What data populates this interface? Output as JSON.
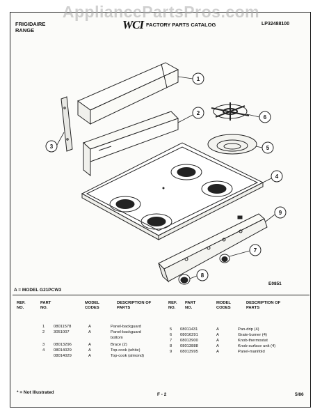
{
  "watermark": "AppliancePartsPros.com",
  "header": {
    "brand": "FRIGIDAIRE",
    "product": "RANGE",
    "logo": "WCI",
    "catalog_title": "FACTORY PARTS CATALOG",
    "catalog_number": "LP32488100"
  },
  "diagram": {
    "code": "E0851",
    "callouts": [
      "1",
      "2",
      "3",
      "4",
      "5",
      "6",
      "7",
      "8",
      "9"
    ]
  },
  "model_line": "A = MODEL G21PCW3",
  "table": {
    "headers": {
      "ref_no": "REF. NO.",
      "part_no": "PART NO.",
      "model_codes": "MODEL CODES",
      "description": "DESCRIPTION OF PARTS"
    },
    "left_rows": [
      {
        "ref": "1",
        "part": "08011578",
        "code": "A",
        "desc": "Panel-backguard"
      },
      {
        "ref": "2",
        "part": "3051007",
        "code": "A",
        "desc": "Panel-backguard"
      },
      {
        "ref": "",
        "part": "",
        "code": "",
        "desc": "bottom"
      },
      {
        "ref": "3",
        "part": "08013296",
        "code": "A",
        "desc": "Brace (2)"
      },
      {
        "ref": "4",
        "part": "08014029",
        "code": "A",
        "desc": "Top-cook (white)"
      },
      {
        "ref": "",
        "part": "08014029",
        "code": "A",
        "desc": "Top-cook (almond)"
      }
    ],
    "right_rows": [
      {
        "ref": "5",
        "part": "08011431",
        "code": "A",
        "desc": "Pan-drip (4)"
      },
      {
        "ref": "6",
        "part": "08016291",
        "code": "A",
        "desc": "Grate-burner (4)"
      },
      {
        "ref": "7",
        "part": "08013900",
        "code": "A",
        "desc": "Knob-thermostat"
      },
      {
        "ref": "8",
        "part": "08013888",
        "code": "A",
        "desc": "Knob-surface unit (4)"
      },
      {
        "ref": "9",
        "part": "08013995",
        "code": "A",
        "desc": "Panel-manifold"
      }
    ]
  },
  "footer": {
    "note": "* = Not Illustrated",
    "page": "F - 2",
    "date": "5/86"
  }
}
